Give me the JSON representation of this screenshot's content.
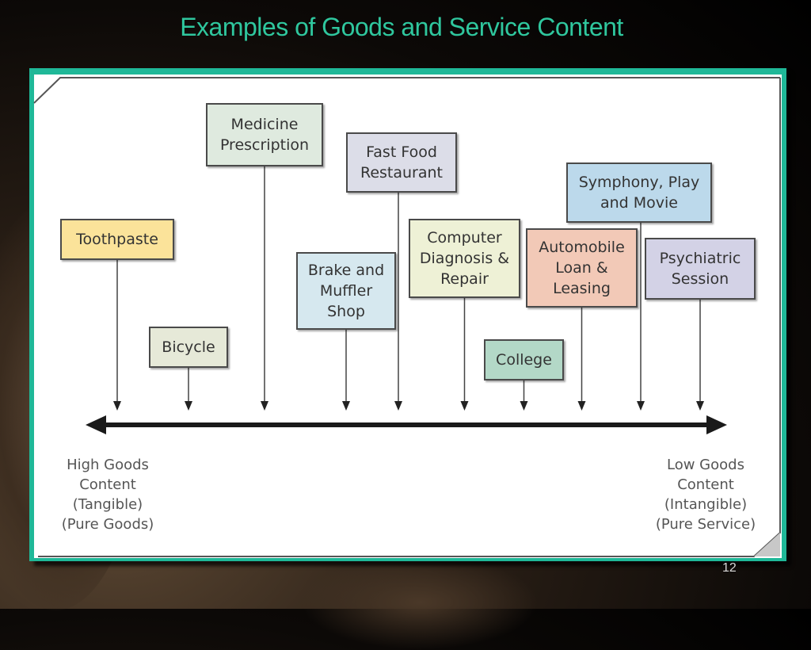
{
  "slide": {
    "title": "Examples of Goods and Service Content",
    "page_number": "12"
  },
  "diagram": {
    "boxes": [
      {
        "id": "toothpaste",
        "label": "Toothpaste",
        "color": "#fbe39a"
      },
      {
        "id": "bicycle",
        "label": "Bicycle",
        "color": "#e6e9d8"
      },
      {
        "id": "medicine",
        "label": "Medicine\nPrescription",
        "color": "#dfeadf"
      },
      {
        "id": "brake",
        "label": "Brake and\nMuffler\nShop",
        "color": "#d6e8ef"
      },
      {
        "id": "fastfood",
        "label": "Fast Food\nRestaurant",
        "color": "#dcdde8"
      },
      {
        "id": "computer",
        "label": "Computer\nDiagnosis &\nRepair",
        "color": "#eef1d6"
      },
      {
        "id": "college",
        "label": "College",
        "color": "#b3d8c7"
      },
      {
        "id": "automobile",
        "label": "Automobile\nLoan &\nLeasing",
        "color": "#f2c9b7"
      },
      {
        "id": "symphony",
        "label": "Symphony, Play\nand Movie",
        "color": "#bcd9eb"
      },
      {
        "id": "psychiatric",
        "label": "Psychiatric\nSession",
        "color": "#d3d2e6"
      }
    ],
    "left_end": "High Goods\nContent\n(Tangible)\n(Pure Goods)",
    "right_end": "Low Goods\nContent\n(Intangible)\n(Pure Service)"
  }
}
